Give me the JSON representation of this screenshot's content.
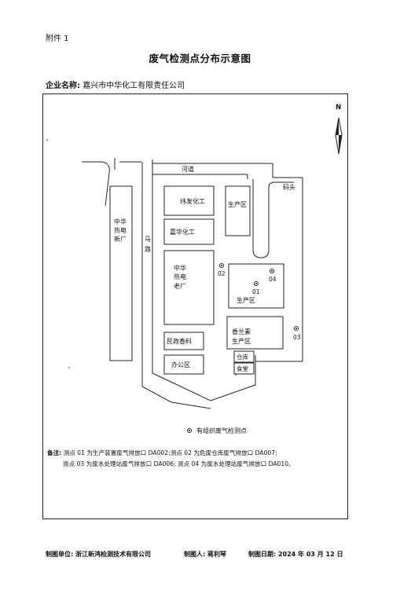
{
  "header": {
    "attachment": "附件 1",
    "title": "废气检测点分布示意图",
    "company_label": "企业名称:",
    "company_name": "嘉兴市中华化工有限责任公司"
  },
  "map": {
    "north": "N",
    "road_name": "马路",
    "river_name": "河道",
    "wharf": "码头",
    "buildings": {
      "zhonghua_new": [
        "中华",
        "热电",
        "新厂"
      ],
      "weifa": "纬发化工",
      "production_top": "生产区",
      "jiahua": "嘉华化工",
      "zhonghua_old": [
        "中华",
        "热电",
        "老厂"
      ],
      "production_01": "生产区",
      "xianglan": [
        "香兰素",
        "生产区"
      ],
      "minzheng": "民政香料",
      "office": "办公区",
      "warehouse": "仓库",
      "canteen": "食堂"
    },
    "points": [
      {
        "id": "01"
      },
      {
        "id": "02"
      },
      {
        "id": "03"
      },
      {
        "id": "04"
      }
    ],
    "legend": "有组织废气检测点"
  },
  "remarks": {
    "prefix": "备注:",
    "line1": "测点 01 为生产装置废气排放口 DA002;测点 02 为危废仓库废气排放口 DA007;",
    "line2": "测点 03 为废水处理站废气排放口 DA006;  测点 04 为废水处理站废气排放口 DA010。"
  },
  "footer": {
    "unit": "制图单位: 浙江新鸿检测技术有限公司",
    "author": "制图人: 蒋利琴",
    "date": "制图日期: 2024 年 03 月 12 日"
  }
}
